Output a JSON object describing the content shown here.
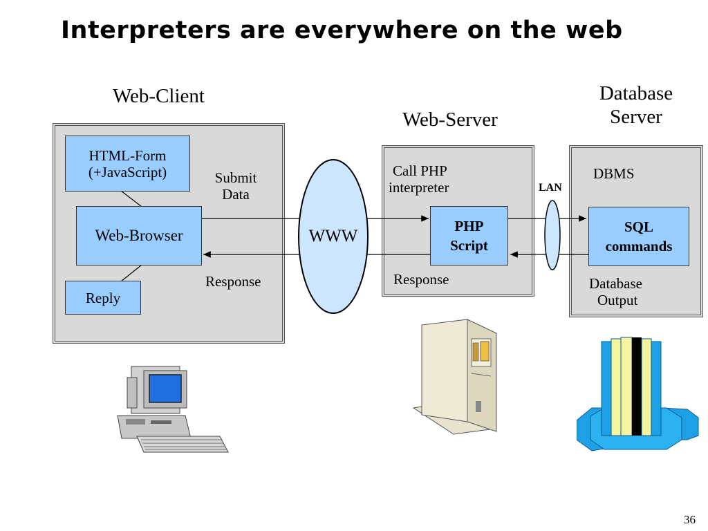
{
  "slide": {
    "title": "Interpreters are everywhere on the web",
    "page_number": "36"
  },
  "diagram": {
    "web_client": {
      "title": "Web-Client",
      "html_form_line1": "HTML-Form",
      "html_form_line2": "(+JavaScript)",
      "browser": "Web-Browser",
      "reply": "Reply",
      "submit_line1": "Submit",
      "submit_line2": "Data",
      "response": "Response"
    },
    "www": "WWW",
    "web_server": {
      "title": "Web-Server",
      "call_line1": "Call PHP",
      "call_line2": "interpreter",
      "script_line1": "PHP",
      "script_line2": "Script",
      "response": "Response"
    },
    "lan": "LAN",
    "database_server": {
      "title_line1": "Database",
      "title_line2": "Server",
      "dbms": "DBMS",
      "sql_line1": "SQL",
      "sql_line2": "commands",
      "output_line1": "Database",
      "output_line2": "Output"
    },
    "icons": [
      "computer-icon",
      "server-tower-icon",
      "database-server-icon"
    ],
    "colors": {
      "box_fill": "#99ccff",
      "panel_fill": "#d9d9d9",
      "ellipse_fill": "#cce6ff"
    }
  }
}
